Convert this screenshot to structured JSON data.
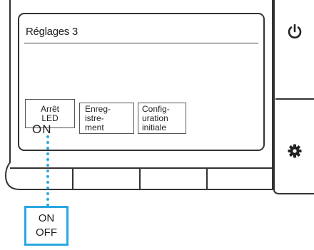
{
  "screen": {
    "title": "Réglages 3",
    "options": [
      {
        "label": "Arrêt\nLED",
        "value": "ON"
      },
      {
        "label": "Enreg-\nistre-\nment"
      },
      {
        "label": "Config-\nuration\ninitiale"
      }
    ]
  },
  "hardware_buttons": {
    "power_icon": "power-icon",
    "settings_icon": "gear-icon"
  },
  "soft_keys": {
    "count": 4
  },
  "callout": {
    "options": [
      "ON",
      "OFF"
    ],
    "accent_color": "#2aa7e0"
  }
}
